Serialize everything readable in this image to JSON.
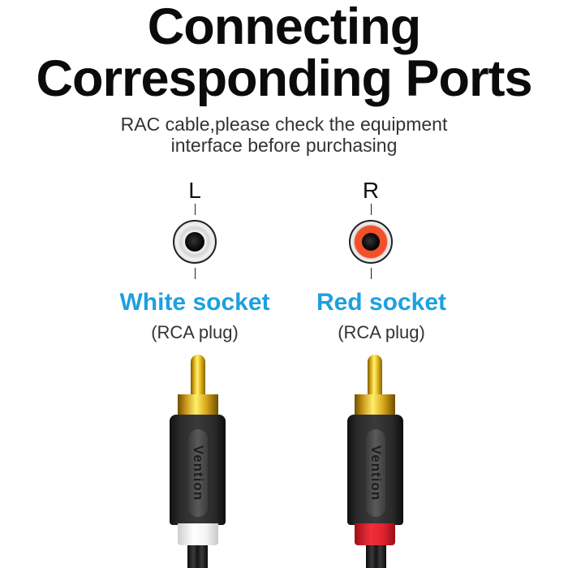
{
  "heading": {
    "line1": "Connecting",
    "line2": "Corresponding Ports"
  },
  "subheading": {
    "line1": "RAC cable,please check the equipment",
    "line2": "interface before purchasing"
  },
  "channels": [
    {
      "letter": "L",
      "socket_label": "White socket",
      "plug_label": "(RCA plug)",
      "ring_color": "#ffffff",
      "socket_inner_color": "#e6e6e6"
    },
    {
      "letter": "R",
      "socket_label": "Red socket",
      "plug_label": "(RCA plug)",
      "ring_color": "#e0202c",
      "socket_inner_color": "#f0502a"
    }
  ],
  "plug": {
    "brand_text": "Vention"
  },
  "colors": {
    "accent_blue": "#1ea0de",
    "gold": "#e0b21a",
    "red": "#e0202c"
  }
}
